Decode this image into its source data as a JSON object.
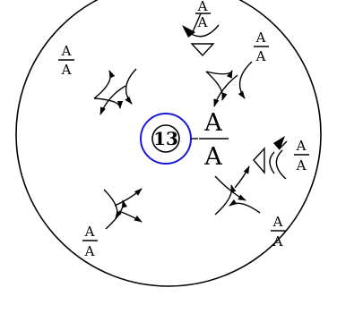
{
  "center_badge": {
    "number": "13",
    "ring_color": "#1a1ad6"
  },
  "center_label": {
    "numerator": "A",
    "denominator": "A"
  },
  "labels": [
    {
      "id": "top",
      "numerator": "A",
      "denominator": "A"
    },
    {
      "id": "upper-left",
      "numerator": "A",
      "denominator": "A"
    },
    {
      "id": "upper-right",
      "numerator": "A",
      "denominator": "A"
    },
    {
      "id": "right",
      "numerator": "A",
      "denominator": "A"
    },
    {
      "id": "lower-left",
      "numerator": "A",
      "denominator": "A"
    },
    {
      "id": "lower-right",
      "numerator": "A",
      "denominator": "A"
    }
  ]
}
